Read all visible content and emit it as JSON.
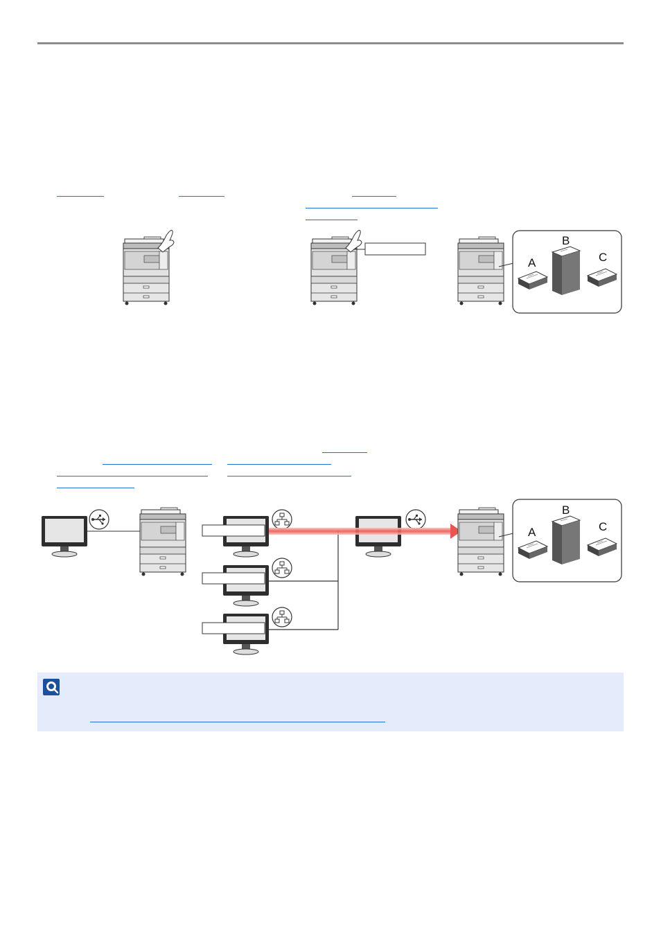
{
  "diagram1": {
    "stack_labels": [
      "A",
      "B",
      "C"
    ]
  },
  "diagram2": {
    "stack_labels": [
      "A",
      "B",
      "C"
    ],
    "icons": [
      "usb-icon",
      "network-icon",
      "network-icon",
      "network-icon",
      "usb-icon"
    ]
  },
  "note": {
    "icon": "note-icon"
  },
  "colors": {
    "link": "#1f6fd6",
    "note_bg": "#e4ecfb",
    "arrow": "#e8574f",
    "arrow_glow": "#f6b6ae"
  }
}
